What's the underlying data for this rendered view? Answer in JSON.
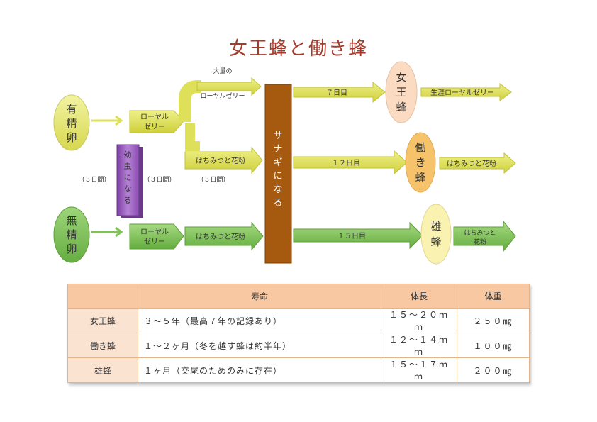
{
  "title": "女王蜂と働き蜂",
  "eggs": {
    "fertilized": [
      "有",
      "精",
      "卵"
    ],
    "unfertilized": [
      "無",
      "精",
      "卵"
    ]
  },
  "boxes": {
    "royal_jelly": [
      "ローヤル",
      "ゼリー"
    ],
    "larva": [
      "幼",
      "虫",
      "に",
      "な",
      "る"
    ],
    "pupa": [
      "サ",
      "ナ",
      "ギ",
      "に",
      "な",
      "る"
    ],
    "unfert_royal": [
      "ローヤル",
      "ゼリー"
    ]
  },
  "labels": {
    "large_royal": [
      "大量の",
      "ローヤルゼリー"
    ],
    "honey_pollen": "はちみつと花粉",
    "three_days": "（３日間）",
    "days7": "７日目",
    "days12": "１２日目",
    "days15": "１５日目",
    "lifelong_royal": "生涯ローヤルゼリー",
    "honey_pollen_2": [
      "はちみつと",
      "花粉"
    ]
  },
  "outcomes": {
    "queen": [
      "女",
      "王",
      "蜂"
    ],
    "worker": [
      "働",
      "き",
      "蜂"
    ],
    "drone": [
      "雄",
      "蜂"
    ]
  },
  "table": {
    "headers": [
      "",
      "寿命",
      "体長",
      "体重"
    ],
    "rows": [
      [
        "女王蜂",
        "３～５年（最高７年の記録あり）",
        "１５～２０ｍｍ",
        "２５０㎎"
      ],
      [
        "働き蜂",
        "１～２ヶ月（冬を越す蜂は約半年）",
        "１２～１４ｍｍ",
        "１００㎎"
      ],
      [
        "雄蜂",
        "１ヶ月（交尾のためのみに存在）",
        "１５～１７ｍｍ",
        "２００㎎"
      ]
    ]
  },
  "colors": {
    "yellow": "#dfe05a",
    "green": "#7fc25a",
    "purple": "#a46bc4",
    "brown": "#a55a10",
    "peach": "#fbdcc2",
    "orange": "#f6c36b",
    "cream": "#faf2b0"
  }
}
